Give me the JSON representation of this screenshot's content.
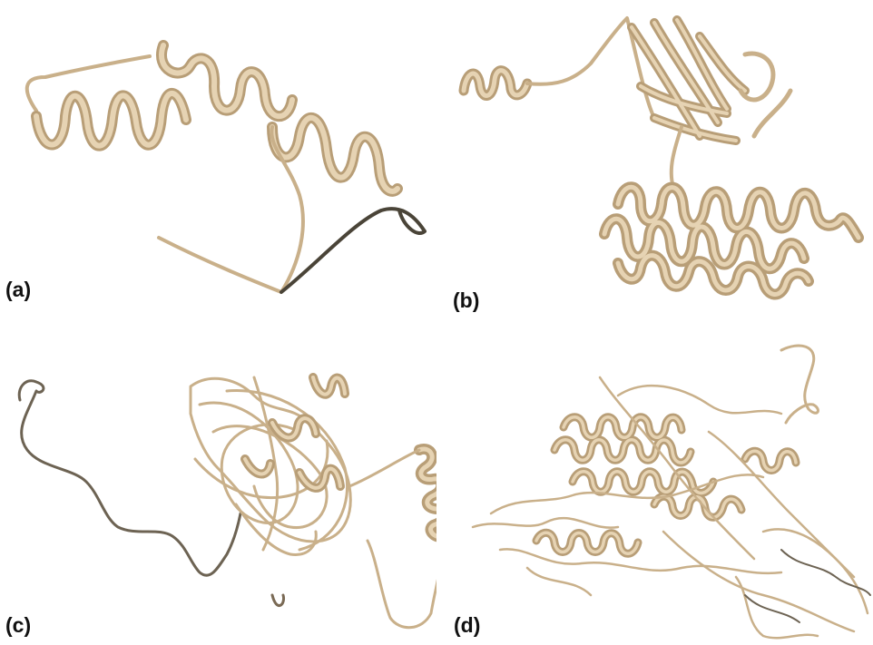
{
  "panels": [
    {
      "label": "(a)"
    },
    {
      "label": "(b)"
    },
    {
      "label": "(c)"
    },
    {
      "label": "(d)"
    }
  ],
  "colors": {
    "ribbon_light": "#e6d3b3",
    "ribbon_mid": "#c9b08a",
    "ribbon_dark": "#7a6a55",
    "coil_dark": "#4a4438"
  }
}
